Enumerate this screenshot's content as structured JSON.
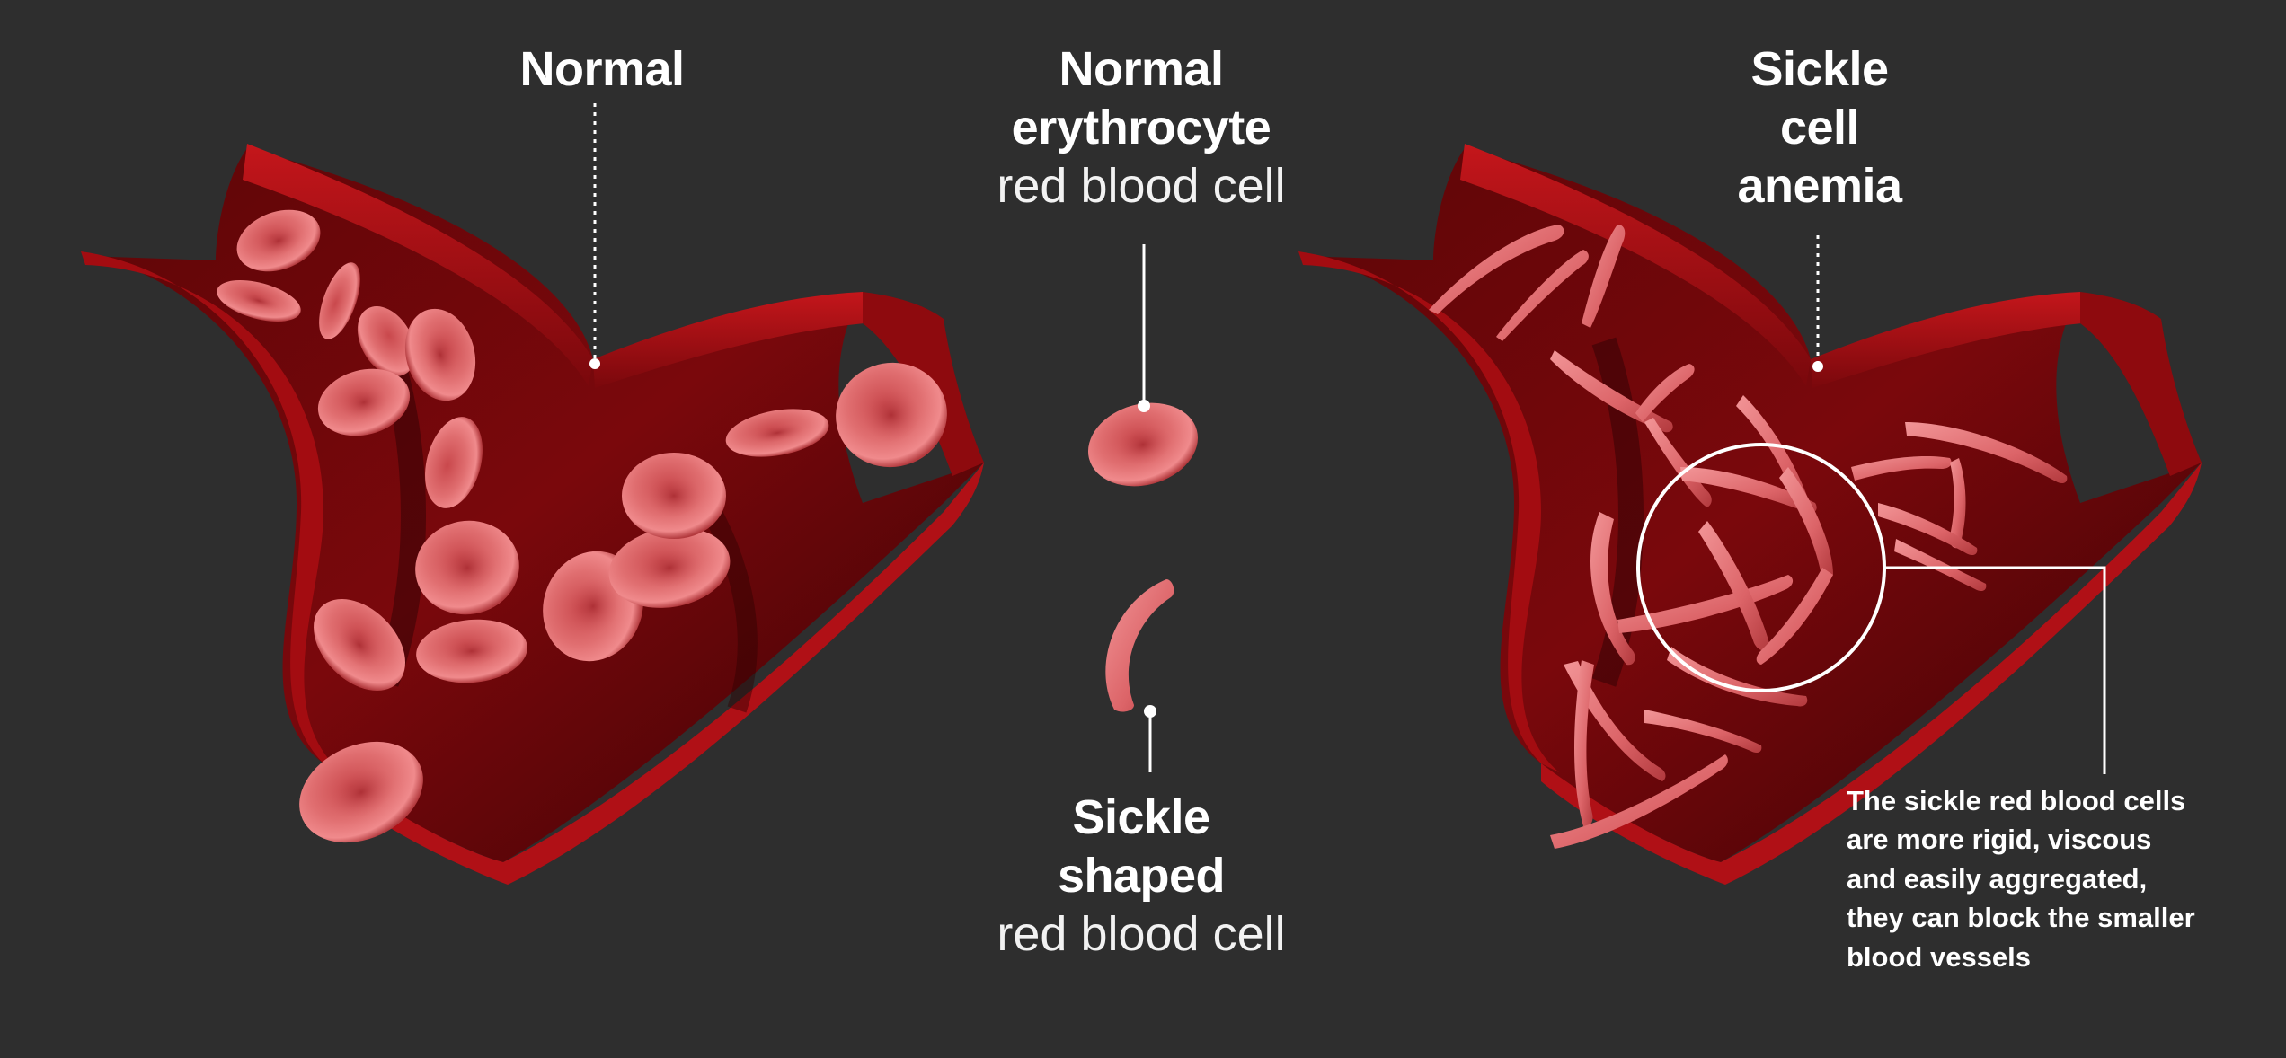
{
  "left_panel": {
    "title": "Normal"
  },
  "center_panel": {
    "top_title_line1": "Normal",
    "top_title_line2": "erythrocyte",
    "top_subtitle": "red blood cell",
    "bottom_title_line1": "Sickle",
    "bottom_title_line2": "shaped",
    "bottom_subtitle": "red blood cell"
  },
  "right_panel": {
    "title_line1": "Sickle",
    "title_line2": "cell",
    "title_line3": "anemia",
    "note_lines": [
      "The sickle red blood cells",
      "are more rigid, viscous",
      "and easily aggregated,",
      "they can block the smaller",
      "blood vessels"
    ]
  },
  "colors": {
    "background": "#2e2e2e",
    "vessel": "#9e0c10",
    "vessel_dark": "#4a0306",
    "cell": "#d9585c",
    "cell_light": "#f08a8c",
    "text": "#ffffff"
  }
}
